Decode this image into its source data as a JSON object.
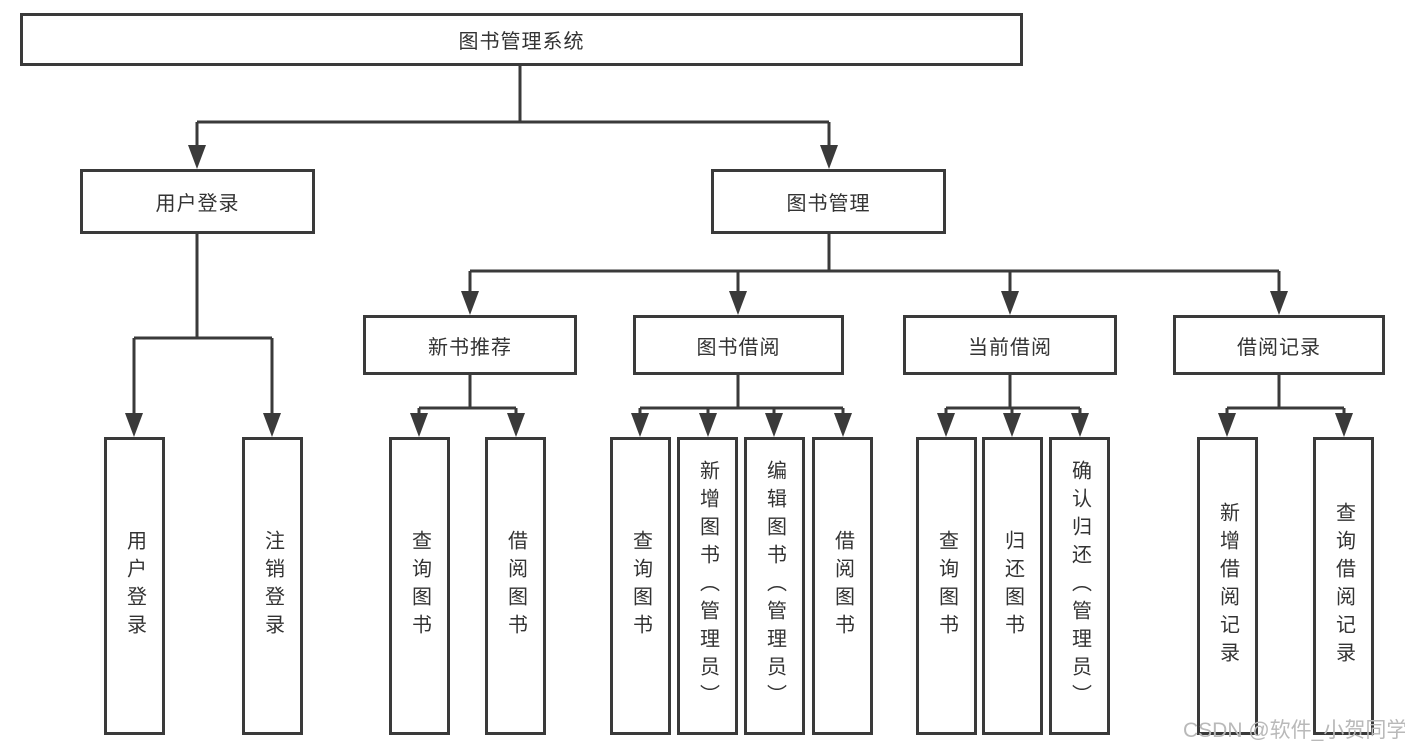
{
  "diagram": {
    "root": "图书管理系统",
    "level2": {
      "user_login": "用户登录",
      "book_management": "图书管理"
    },
    "level3": {
      "new_book_recommend": "新书推荐",
      "book_borrow": "图书借阅",
      "current_borrow": "当前借阅",
      "borrow_records": "借阅记录"
    },
    "leaves": {
      "user": [
        "用户登录",
        "注销登录"
      ],
      "recommend": [
        "查询图书",
        "借阅图书"
      ],
      "borrow": [
        "查询图书",
        "新增图书（管理员）",
        "编辑图书（管理员）",
        "借阅图书"
      ],
      "current": [
        "查询图书",
        "归还图书",
        "确认归还（管理员）"
      ],
      "records": [
        "新增借阅记录",
        "查询借阅记录"
      ]
    }
  },
  "watermark": "CSDN @软件_小贺同学",
  "colors": {
    "line": "#3a3a3a",
    "text": "#333333",
    "watermark": "#b9b9b9",
    "background": "#ffffff"
  }
}
